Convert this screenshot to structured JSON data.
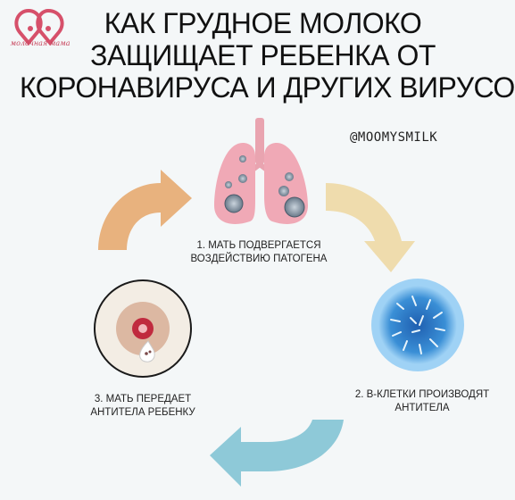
{
  "logo": {
    "caption": "молочная мама"
  },
  "title": {
    "lines": [
      "КАК ГРУДНОЕ МОЛОКО",
      "ЗАЩИЩАЕТ РЕБЕНКА ОТ",
      "КОРОНАВИРУСА И ДРУГИХ ВИРУСОВ"
    ]
  },
  "handle": "@MOOMYSMILK",
  "steps": [
    {
      "lines": [
        "1. МАТЬ ПОДВЕРГАЕТСЯ",
        "ВОЗДЕЙСТВИЮ ПАТОГЕНА"
      ]
    },
    {
      "lines": [
        "2. В-КЛЕТКИ ПРОИЗВОДЯТ",
        "АНТИТЕЛА"
      ]
    },
    {
      "lines": [
        "3. МАТЬ ПЕРЕДАЕТ",
        "АНТИТЕЛА РЕБЕНКУ"
      ]
    }
  ],
  "colors": {
    "arrow_orange": "#e8b27e",
    "arrow_cream": "#efdcad",
    "arrow_blue": "#8ec9d8",
    "lung_pink": "#f0a9b6",
    "logo_red": "#d6506a"
  },
  "icons": [
    "logo-bottle-heart",
    "lungs-icon",
    "b-cell-icon",
    "breast-drop-icon"
  ]
}
